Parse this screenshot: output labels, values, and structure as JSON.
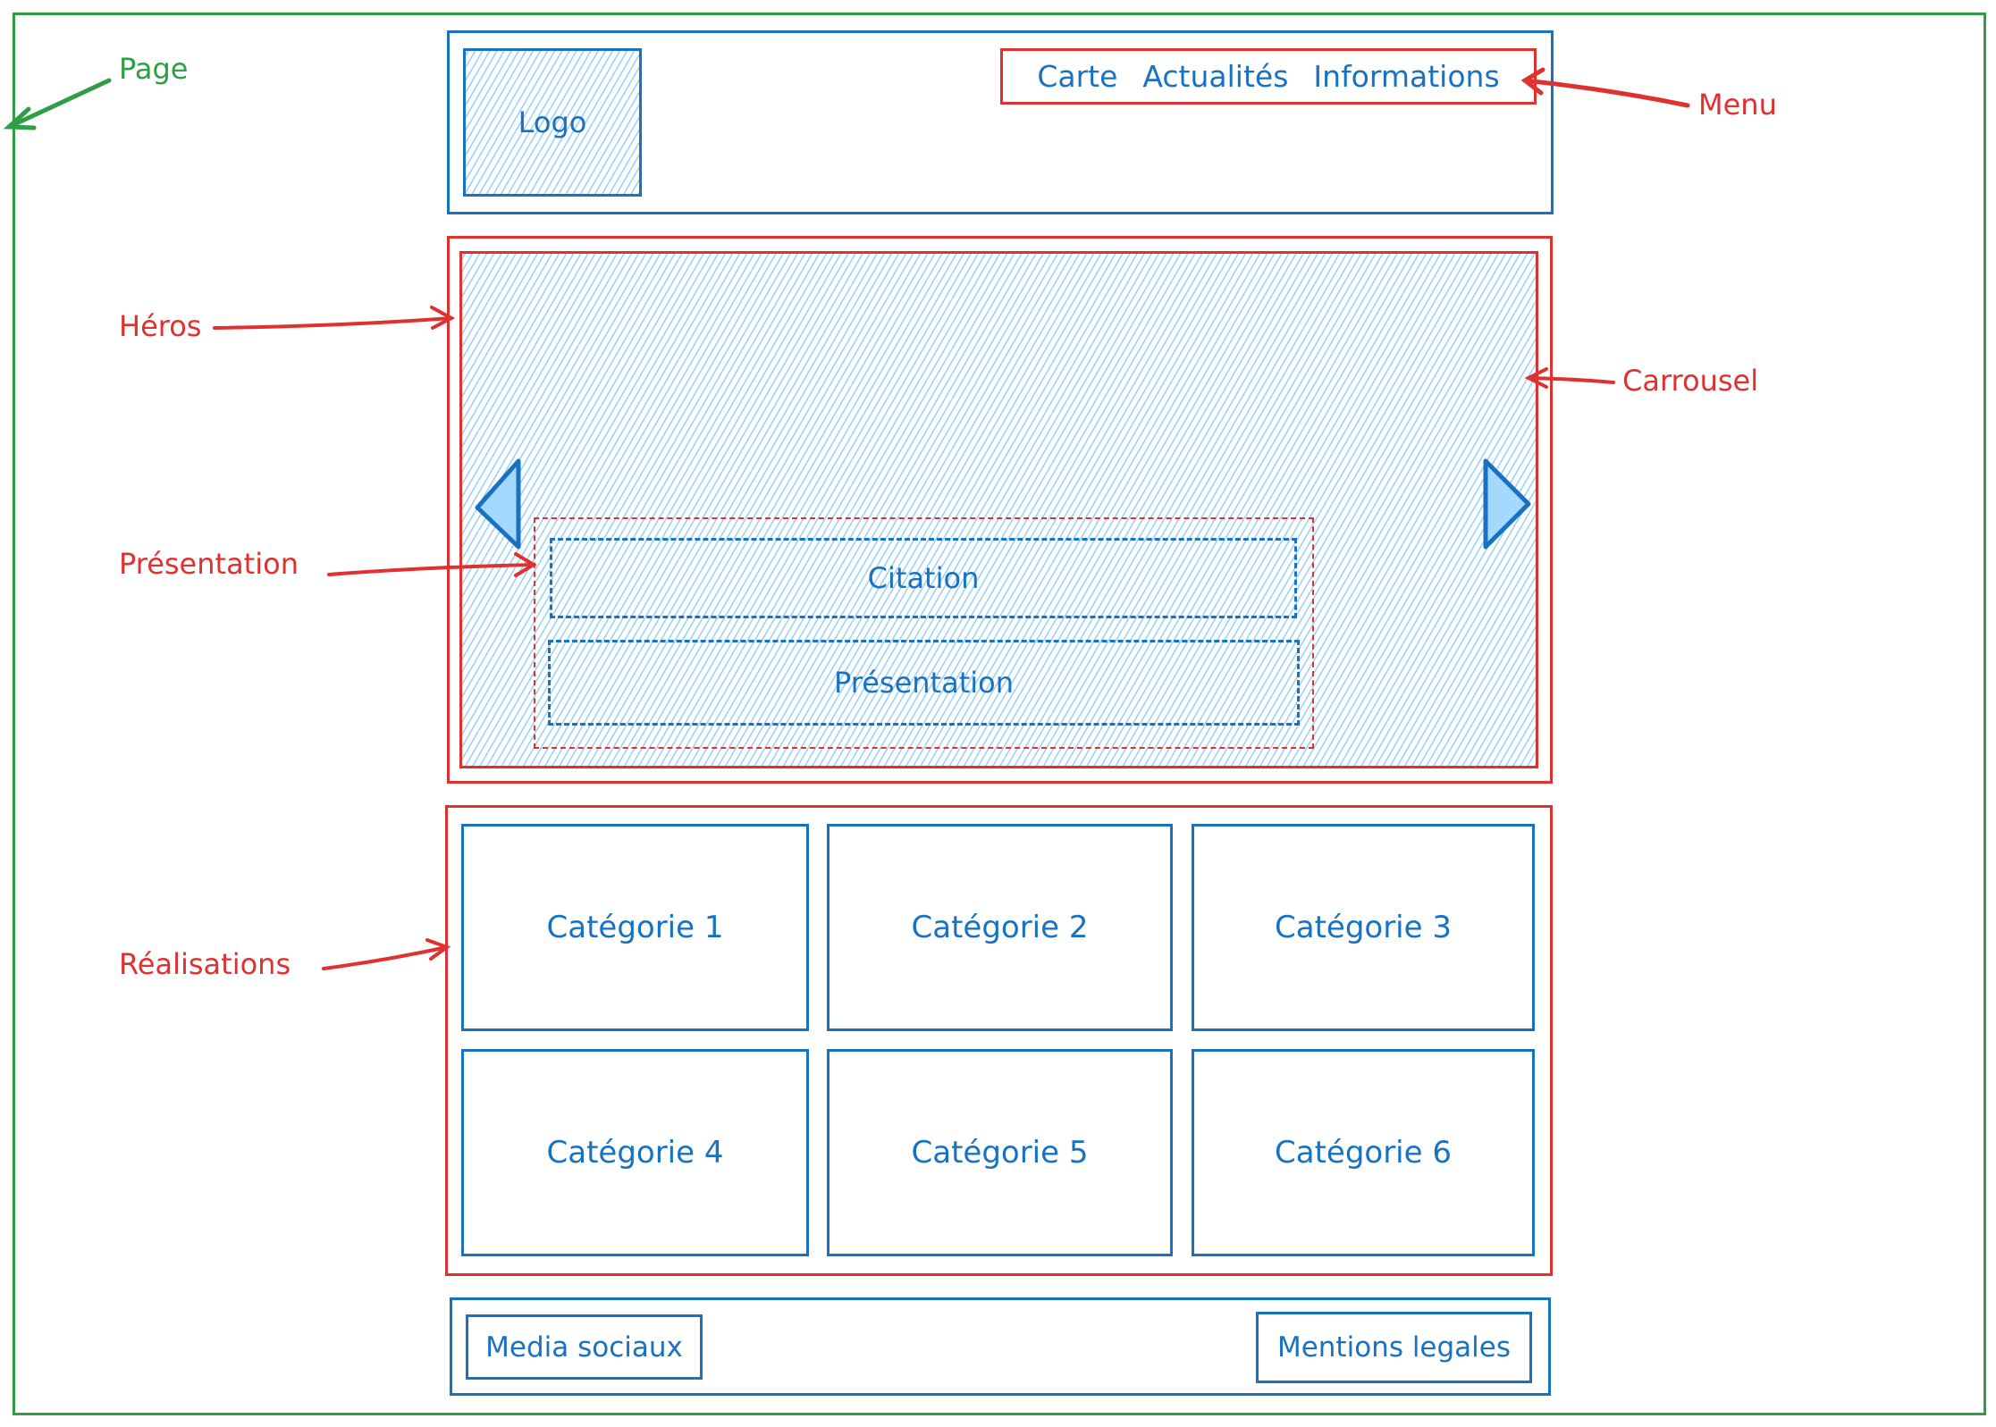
{
  "annotations": {
    "page": "Page",
    "heros": "Héros",
    "carrousel": "Carrousel",
    "presentation": "Présentation",
    "realisations": "Réalisations",
    "menu": "Menu"
  },
  "header": {
    "logo": "Logo",
    "menu": [
      "Carte",
      "Actualités",
      "Informations"
    ]
  },
  "hero": {
    "carousel": {
      "prev_icon": "chevron-left-icon",
      "next_icon": "chevron-right-icon"
    },
    "presentation": {
      "citation": "Citation",
      "presentation": "Présentation"
    }
  },
  "realisations": {
    "categories": [
      "Catégorie 1",
      "Catégorie 2",
      "Catégorie 3",
      "Catégorie 4",
      "Catégorie 5",
      "Catégorie 6"
    ]
  },
  "footer": {
    "social": "Media sociaux",
    "legal": "Mentions legales"
  },
  "colors": {
    "page": "#2f9e44",
    "annotation": "#e03131",
    "wireframe": "#1971c2",
    "hatch": "#74c0fc"
  }
}
